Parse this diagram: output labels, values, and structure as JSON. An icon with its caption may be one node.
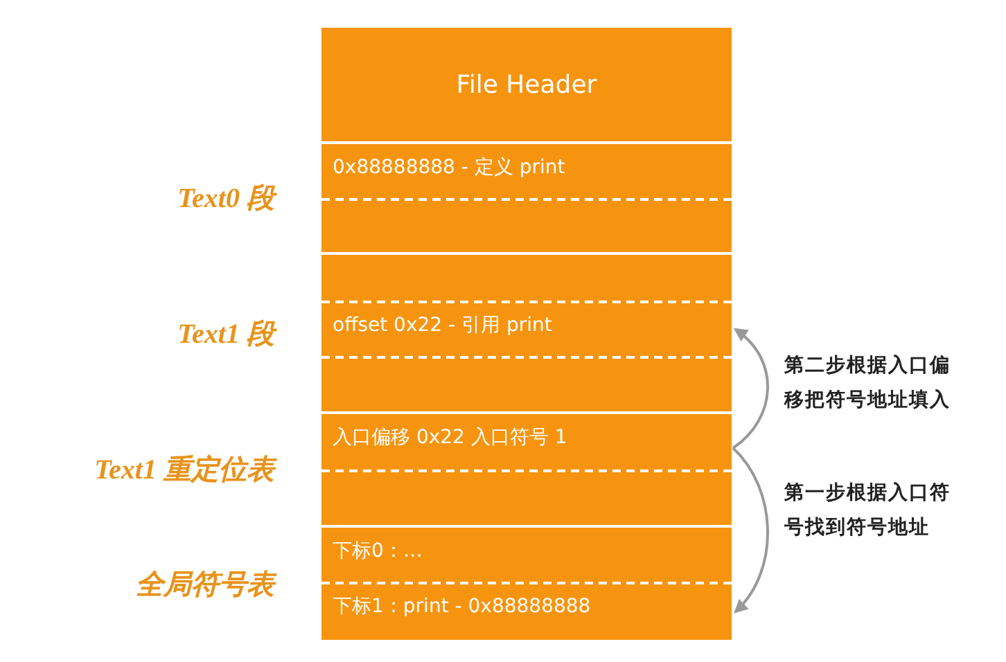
{
  "diagram": {
    "nodes": [
      {
        "text": [
          "File Header"
        ]
      },
      {
        "text": [
          "Text0 段"
        ]
      },
      {
        "text": [
          "0x88888888 - 定义 print"
        ],
        "in": 1
      },
      {
        "text": [
          "Text1 段"
        ]
      },
      {
        "text": [
          "offset 0x22 - 引用 print"
        ],
        "in": 3
      },
      {
        "text": [
          "Text1 重定位表"
        ]
      },
      {
        "text": [
          "入口偏移 0x22 入口符号 1"
        ],
        "in": 5
      },
      {
        "text": [
          "全局符号表"
        ]
      },
      {
        "text": [
          "下标0：…"
        ],
        "in": 7
      },
      {
        "text": [
          "下标1：print - 0x88888888"
        ],
        "in": 7
      }
    ],
    "edges": [
      {
        "from": 6,
        "to": 4,
        "arrow": "to",
        "label": "第二步根据入口偏移把符号地址填入"
      },
      {
        "from": 6,
        "to": 9,
        "arrow": "to",
        "label": "第一步根据入口符号找到符号地址"
      }
    ]
  }
}
